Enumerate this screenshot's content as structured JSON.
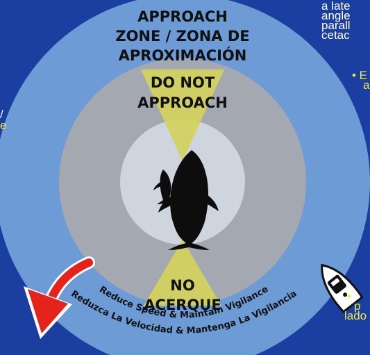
{
  "colors": {
    "background": "#1a3fa0",
    "outer_zone": "#6c9bd6",
    "middle_zone": "#a4a8b0",
    "inner_zone": "#cfd5df",
    "no_approach_cone": "#d3d25c",
    "whale": "#0d0d0d",
    "arrow": "#e5231b",
    "side_text_white": "#ffffff",
    "side_text_yellow": "#f2e84b"
  },
  "zones": {
    "approach_line1": "APPROACH",
    "approach_line2": "ZONE / ZONA DE",
    "approach_line3": "APROXIMACIÓN",
    "do_not_line1": "DO NOT",
    "do_not_line2": "APPROACH",
    "no_line1": "NO",
    "no_line2": "ACERQUE"
  },
  "arc_labels": {
    "english": "Reduce Speed & Maintain Vigilance",
    "spanish": "Reduzca La Velocidad & Mantenga La Vigilancia"
  },
  "side_text": {
    "right_top_1": "a late",
    "right_top_2": "angle",
    "right_top_3": "parall",
    "right_top_4": "cetac",
    "right_bullet_1": "• E",
    "right_bullet_2": "a",
    "right_bottom_1": "•",
    "right_bottom_2": "p",
    "right_bottom_3": "lado",
    "left_1": "/",
    "left_2": "e"
  },
  "icons": [
    "whale-adult-icon",
    "whale-calf-icon",
    "boat-icon",
    "curved-arrow-icon"
  ]
}
